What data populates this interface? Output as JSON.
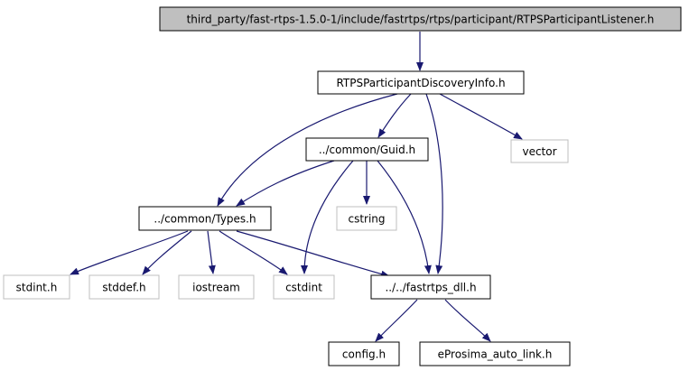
{
  "colors": {
    "edge": "#191970",
    "node_border": "#000000",
    "node_border_external": "#bfbfbf",
    "root_fill": "#bfbfbf",
    "node_fill": "#ffffff",
    "text": "#000000"
  },
  "nodes": {
    "root": "third_party/fast-rtps-1.5.0-1/include/fastrtps/rtps/participant/RTPSParticipantListener.h",
    "discovery": "RTPSParticipantDiscoveryInfo.h",
    "guid": "../common/Guid.h",
    "vector": "vector",
    "types": "../common/Types.h",
    "cstring": "cstring",
    "stdint": "stdint.h",
    "stddef": "stddef.h",
    "iostream": "iostream",
    "cstdint": "cstdint",
    "dll": "../../fastrtps_dll.h",
    "config": "config.h",
    "autolink": "eProsima_auto_link.h"
  }
}
